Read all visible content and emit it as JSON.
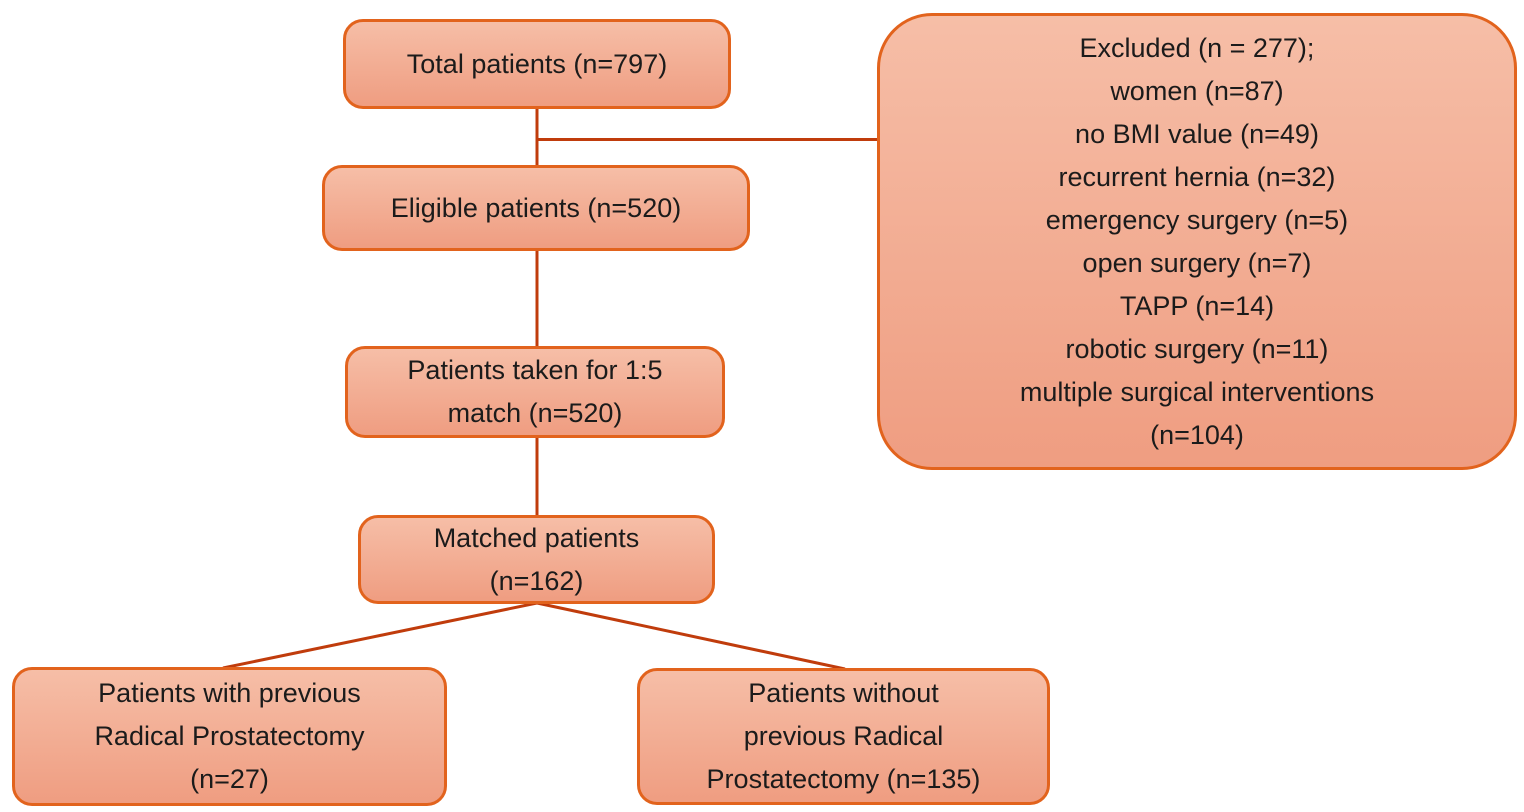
{
  "colors": {
    "background": "#ffffff",
    "box_fill_top": "#f6bea7",
    "box_fill_bottom": "#ef9d81",
    "box_border": "#e2631d",
    "connector": "#c03c0c",
    "text": "#1b1b1b"
  },
  "flowchart": {
    "total": {
      "lines": [
        "Total patients (n=797)"
      ]
    },
    "eligible": {
      "lines": [
        "Eligible patients (n=520)"
      ]
    },
    "match": {
      "lines": [
        "Patients taken for 1:5",
        "match (n=520)"
      ]
    },
    "matched": {
      "lines": [
        "Matched patients",
        "(n=162)"
      ]
    },
    "with_rp": {
      "lines": [
        "Patients with previous",
        "Radical Prostatectomy",
        "(n=27)"
      ]
    },
    "without_rp": {
      "lines": [
        "Patients without",
        "previous Radical",
        "Prostatectomy (n=135)"
      ]
    },
    "excluded": {
      "lines": [
        "Excluded (n = 277);",
        "women (n=87)",
        "no BMI value (n=49)",
        "recurrent hernia (n=32)",
        "emergency surgery (n=5)",
        "open surgery (n=7)",
        "TAPP (n=14)",
        "robotic surgery (n=11)",
        "multiple surgical interventions",
        "(n=104)"
      ]
    }
  }
}
